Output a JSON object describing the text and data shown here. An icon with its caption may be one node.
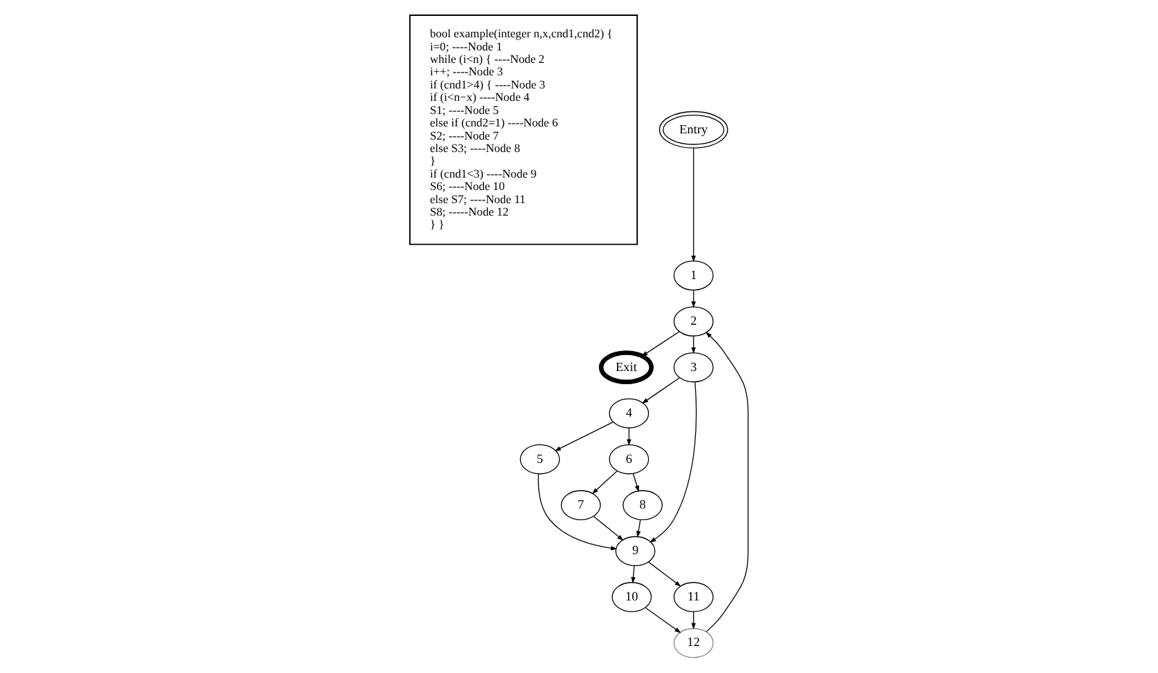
{
  "diagram": {
    "nodes": [
      {
        "text": [
          "bool example(integer n,x,cnd1,cnd2) {",
          "i=0; ----Node 1",
          "while (i<n) { ----Node 2",
          "i++; ----Node 3",
          "if (cnd1>4) { ----Node 3",
          "if (i<n−x) ----Node 4",
          "S1; ----Node 5",
          "else if (cnd2=1) ----Node 6",
          "S2; ----Node 7",
          "else S3; ----Node 8",
          "}",
          "if (cnd1<3) ----Node 9",
          "S6; ----Node 10",
          "else S7; ----Node 11",
          "S8; -----Node 12",
          "} }"
        ]
      },
      {
        "text": [
          "Entry"
        ]
      },
      {
        "text": [
          "1"
        ]
      },
      {
        "text": [
          "2"
        ]
      },
      {
        "text": [
          "Exit"
        ]
      },
      {
        "text": [
          "3"
        ]
      },
      {
        "text": [
          "4"
        ]
      },
      {
        "text": [
          "5"
        ]
      },
      {
        "text": [
          "6"
        ]
      },
      {
        "text": [
          "7"
        ]
      },
      {
        "text": [
          "8"
        ]
      },
      {
        "text": [
          "9"
        ]
      },
      {
        "text": [
          "10"
        ]
      },
      {
        "text": [
          "11"
        ]
      },
      {
        "text": [
          "12"
        ]
      }
    ],
    "edges": [
      {
        "from": 1,
        "to": 2,
        "arrow": "to"
      },
      {
        "from": 2,
        "to": 3,
        "arrow": "to"
      },
      {
        "from": 3,
        "to": 4,
        "arrow": "to"
      },
      {
        "from": 3,
        "to": 5,
        "arrow": "to"
      },
      {
        "from": 5,
        "to": 6,
        "arrow": "to"
      },
      {
        "from": 5,
        "to": 11,
        "arrow": "to"
      },
      {
        "from": 6,
        "to": 7,
        "arrow": "to"
      },
      {
        "from": 6,
        "to": 8,
        "arrow": "to"
      },
      {
        "from": 7,
        "to": 11,
        "arrow": "to"
      },
      {
        "from": 8,
        "to": 9,
        "arrow": "to"
      },
      {
        "from": 8,
        "to": 10,
        "arrow": "to"
      },
      {
        "from": 9,
        "to": 11,
        "arrow": "to"
      },
      {
        "from": 10,
        "to": 11,
        "arrow": "to"
      },
      {
        "from": 11,
        "to": 12,
        "arrow": "to"
      },
      {
        "from": 11,
        "to": 13,
        "arrow": "to"
      },
      {
        "from": 12,
        "to": 14,
        "arrow": "to"
      },
      {
        "from": 13,
        "to": 14,
        "arrow": "to"
      },
      {
        "from": 14,
        "to": 3,
        "arrow": "to"
      }
    ]
  }
}
